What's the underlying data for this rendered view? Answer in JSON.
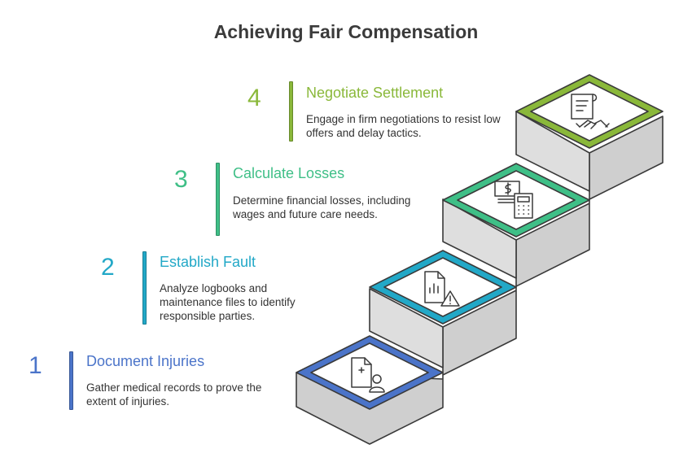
{
  "title": "Achieving Fair Compensation",
  "colors": {
    "step1": "#4b74c9",
    "step2": "#22a8c7",
    "step3": "#3fbf87",
    "step4": "#8ab83a",
    "stair_side": "#cfcfcf",
    "stair_top": "#e6e6e6",
    "outline": "#3a3a3a"
  },
  "steps": [
    {
      "number": "1",
      "heading": "Document Injuries",
      "description": "Gather medical records to prove the extent of injuries.",
      "icon": "medical-record-icon"
    },
    {
      "number": "2",
      "heading": "Establish Fault",
      "description": "Analyze logbooks and maintenance files to identify responsible parties.",
      "icon": "report-warning-icon"
    },
    {
      "number": "3",
      "heading": "Calculate Losses",
      "description": "Determine financial losses, including wages and future care needs.",
      "icon": "money-calculator-icon"
    },
    {
      "number": "4",
      "heading": "Negotiate Settlement",
      "description": "Engage in firm negotiations to resist low offers and delay tactics.",
      "icon": "contract-handshake-icon"
    }
  ]
}
